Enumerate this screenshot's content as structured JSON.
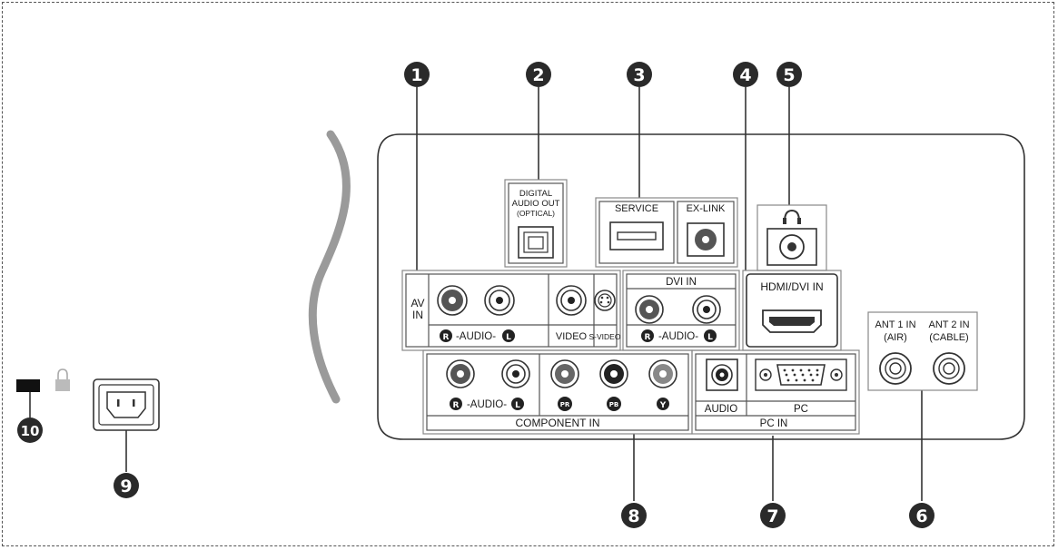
{
  "callouts": [
    "1",
    "2",
    "3",
    "4",
    "5",
    "6",
    "7",
    "8",
    "9",
    "10"
  ],
  "labels": {
    "digital_audio_out_1": "DIGITAL",
    "digital_audio_out_2": "AUDIO OUT",
    "digital_audio_out_3": "(OPTICAL)",
    "service": "SERVICE",
    "ex_link": "EX-LINK",
    "av_in_1": "AV",
    "av_in_2": "IN",
    "audio": "-AUDIO-",
    "video": "VIDEO",
    "s_video": "S-VIDEO",
    "dvi_in": "DVI IN",
    "hdmi_dvi_in": "HDMI/DVI IN",
    "ant1_in_1": "ANT 1 IN",
    "ant1_in_2": "(AIR)",
    "ant2_in_1": "ANT 2 IN",
    "ant2_in_2": "(CABLE)",
    "component_in": "COMPONENT IN",
    "pc_audio": "AUDIO",
    "pc": "PC",
    "pc_in": "PC IN",
    "r": "R",
    "l": "L",
    "pr": "PR",
    "pb": "PB",
    "y": "Y"
  },
  "colors": {
    "callout": "#2a2a2a",
    "panel_stroke": "#333333",
    "box_stroke": "#555555",
    "jack_dark": "#555555",
    "wave": "#9a9a9a"
  }
}
